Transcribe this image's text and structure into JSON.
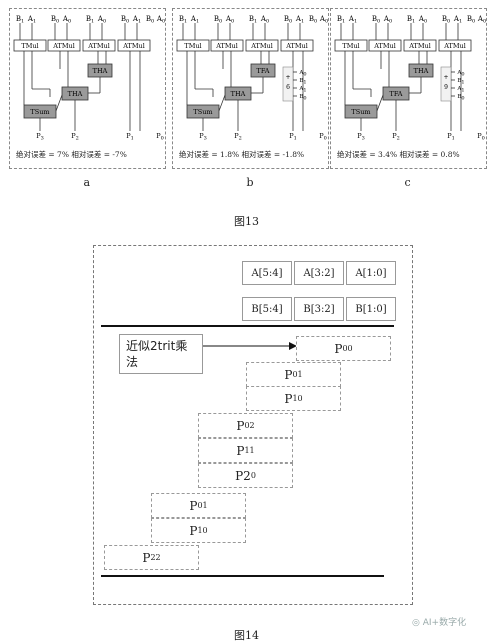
{
  "fig13": {
    "caption": "图13",
    "panels": [
      {
        "label": "a",
        "abs_error": "绝对误差 = 7%",
        "rel_error": "相对误差 = -7%",
        "inputs": [
          "B1",
          "A1",
          "B0",
          "A0",
          "B1",
          "A0",
          "B0",
          "A1",
          "B0",
          "A0"
        ],
        "blocks": [
          "TMul",
          "ATMul",
          "ATMul",
          "ATMul",
          "THA",
          "THA",
          "TSum"
        ],
        "outputs": [
          "P3",
          "P2",
          "P1",
          "P0"
        ],
        "side_terms": []
      },
      {
        "label": "b",
        "abs_error": "绝对误差 = 1.8%",
        "rel_error": "相对误差 = -1.8%",
        "inputs": [
          "B1",
          "A1",
          "B0",
          "A0",
          "B1",
          "A0",
          "B0",
          "A1",
          "B0",
          "A0"
        ],
        "blocks": [
          "TMul",
          "ATMul",
          "ATMul",
          "ATMul",
          "TFA",
          "THA",
          "TSum"
        ],
        "outputs": [
          "P3",
          "P2",
          "P1",
          "P0"
        ],
        "side_terms": [
          "A0",
          "B1",
          "A1",
          "B0"
        ],
        "side_ops": [
          "+",
          "6"
        ]
      },
      {
        "label": "c",
        "abs_error": "绝对误差 = 3.4%",
        "rel_error": "相对误差 = 0.8%",
        "inputs": [
          "B1",
          "A1",
          "B0",
          "A0",
          "B1",
          "A0",
          "B0",
          "A1",
          "B0",
          "A0"
        ],
        "blocks": [
          "TMul",
          "ATMul",
          "ATMul",
          "ATMul",
          "THA",
          "TFA",
          "TSum"
        ],
        "outputs": [
          "P3",
          "P2",
          "P1",
          "P0"
        ],
        "side_terms": [
          "A0",
          "B1",
          "A1",
          "B0"
        ],
        "side_ops": [
          "+",
          "9"
        ]
      }
    ]
  },
  "fig14": {
    "caption": "图14",
    "a_cells": [
      "A[5:4]",
      "A[3:2]",
      "A[1:0]"
    ],
    "b_cells": [
      "B[5:4]",
      "B[3:2]",
      "B[1:0]"
    ],
    "note": "近似2trit乘法",
    "partials": [
      {
        "base": "P",
        "sub": "00"
      },
      {
        "base": "P",
        "sub": "01"
      },
      {
        "base": "P",
        "sub": "10"
      },
      {
        "base": "P",
        "sub": "02"
      },
      {
        "base": "P",
        "sub": "11"
      },
      {
        "base": "P2",
        "sub": "0"
      },
      {
        "base": "P",
        "sub": "01"
      },
      {
        "base": "P",
        "sub": "10"
      },
      {
        "base": "P",
        "sub": "22"
      }
    ],
    "watermark": "AI+数字化"
  }
}
